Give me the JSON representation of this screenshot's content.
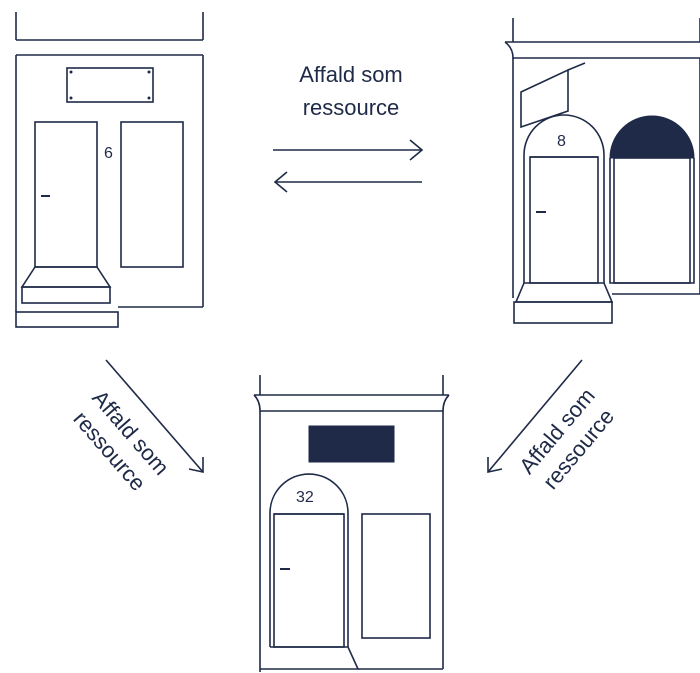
{
  "colors": {
    "ink": "#1e2a47",
    "background": "#ffffff"
  },
  "buildings": [
    {
      "number": "6"
    },
    {
      "number": "8"
    },
    {
      "number": "32"
    }
  ],
  "flows": {
    "top": {
      "line1": "Affald som",
      "line2": "ressource"
    },
    "left": {
      "line1": "Affald som",
      "line2": "ressource"
    },
    "right": {
      "line1": "Affald som",
      "line2": "ressource"
    }
  }
}
